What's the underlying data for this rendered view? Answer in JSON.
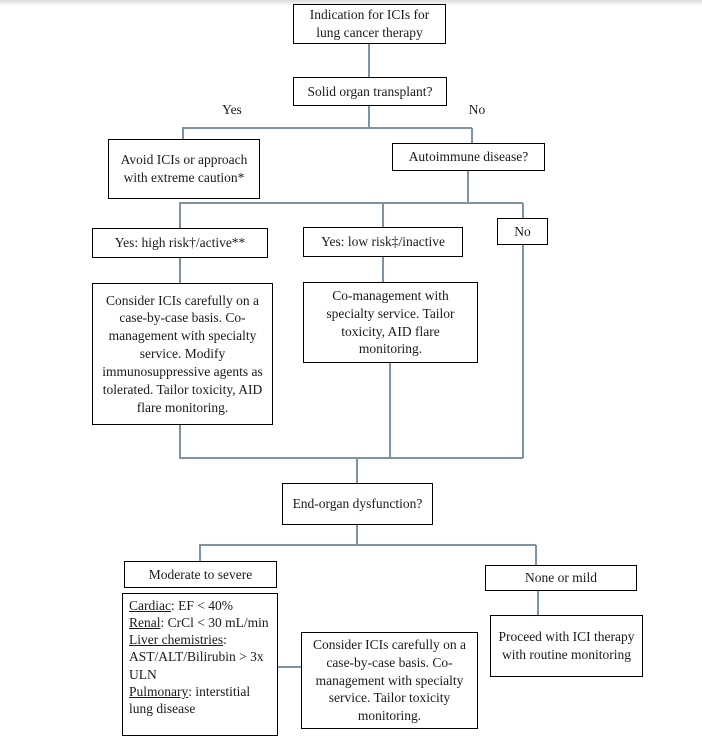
{
  "nodes": {
    "indication": {
      "text": "Indication for ICIs for lung cancer therapy"
    },
    "solid_organ": {
      "text": "Solid organ transplant?"
    },
    "avoid": {
      "text": "Avoid ICIs or approach with extreme caution*"
    },
    "autoimmune": {
      "text": "Autoimmune disease?"
    },
    "high_risk": {
      "text": "Yes: high risk†/active**"
    },
    "low_risk": {
      "text": "Yes: low risk‡/inactive"
    },
    "no_aid": {
      "text": "No"
    },
    "consider_high": {
      "text": "Consider ICIs carefully on a case-by-case basis. Co-management with specialty service. Modify immunosuppressive agents as tolerated. Tailor toxicity, AID flare monitoring."
    },
    "co_manage": {
      "text": "Co-management with specialty service. Tailor toxicity, AID flare monitoring."
    },
    "end_organ": {
      "text": "End-organ dysfunction?"
    },
    "moderate": {
      "text": "Moderate to severe"
    },
    "none_mild": {
      "text": "None or mild"
    },
    "criteria": {
      "items": [
        {
          "lead": "Cardiac",
          "rest": ": EF < 40%"
        },
        {
          "lead": "Renal",
          "rest": ": CrCl < 30 mL/min"
        },
        {
          "lead": "Liver chemistries",
          "rest": ": AST/ALT/Bilirubin > 3x ULN"
        },
        {
          "lead": "Pulmonary",
          "rest": ": interstitial lung disease"
        }
      ]
    },
    "consider_moderate": {
      "text": "Consider ICIs carefully on a case-by-case basis. Co-management with specialty service. Tailor toxicity monitoring."
    },
    "proceed": {
      "text": "Proceed with ICI therapy with routine monitoring"
    }
  },
  "labels": {
    "yes": "Yes",
    "no": "No"
  },
  "colors": {
    "connector": "#7e93a3",
    "box_border": "#000000",
    "background": "#ffffff"
  }
}
